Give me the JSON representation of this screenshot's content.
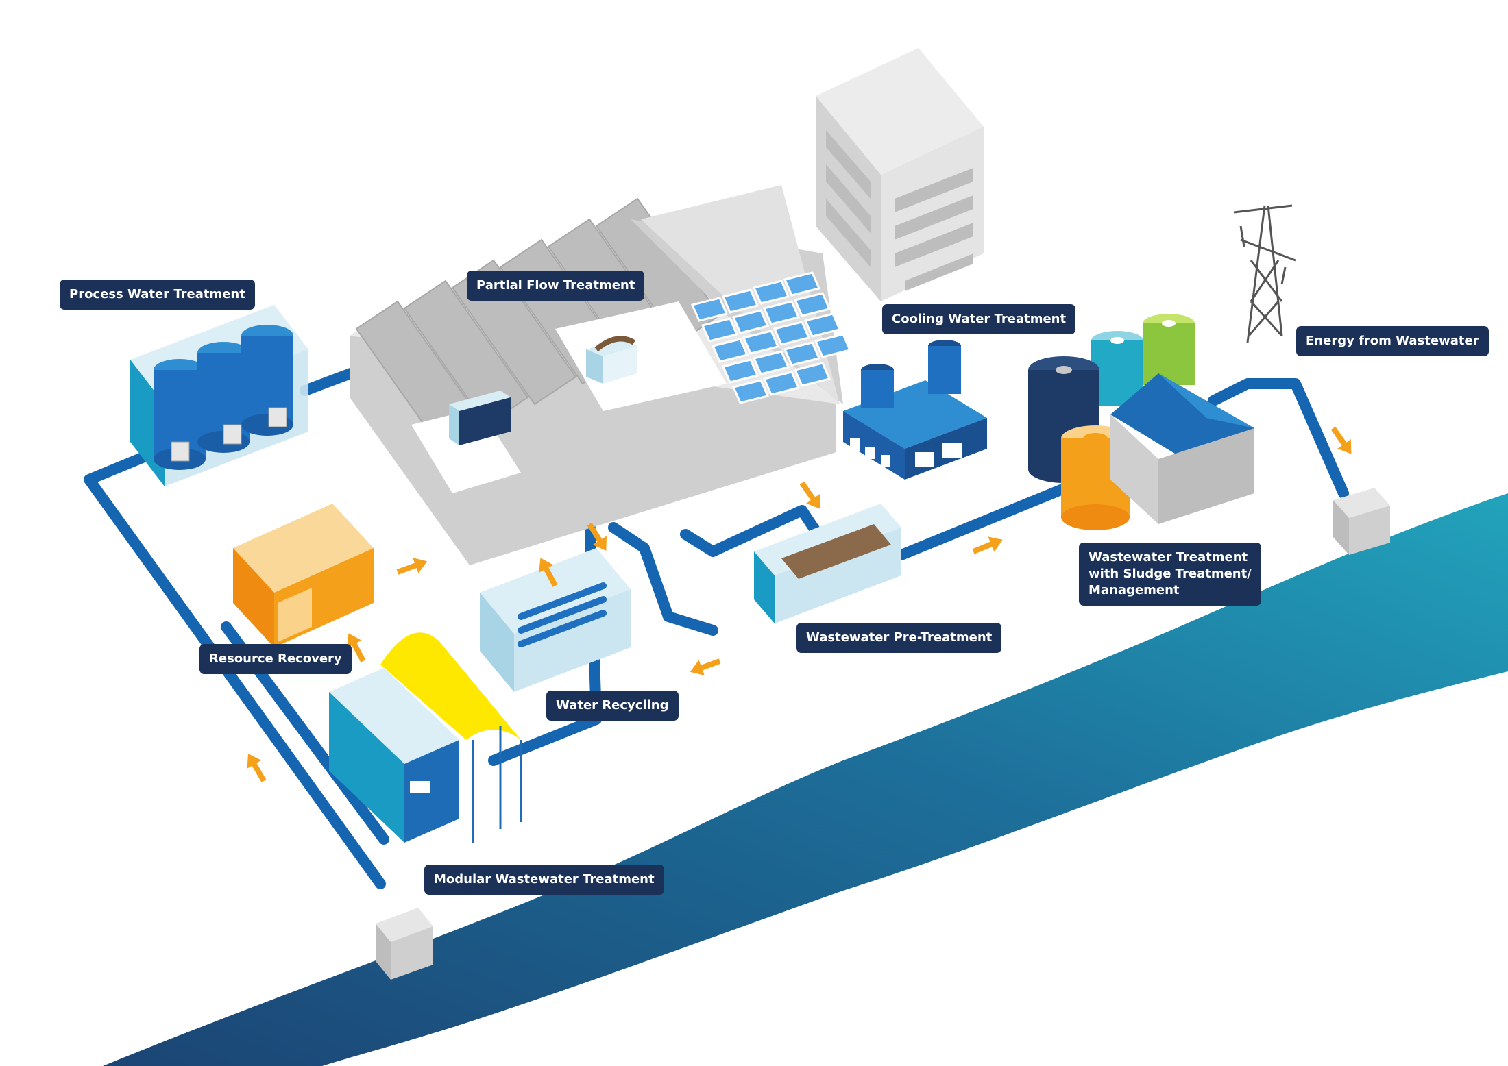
{
  "labels": {
    "process_water": "Process Water Treatment",
    "partial_flow": "Partial Flow Treatment",
    "cooling_water": "Cooling Water Treatment",
    "energy": "Energy from Wastewater",
    "wastewater_treatment": [
      "Wastewater Treatment",
      "with Sludge Treatment/",
      "Management"
    ],
    "pre_treatment": "Wastewater Pre-Treatment",
    "resource_recovery": "Resource Recovery",
    "water_recycling": "Water Recycling",
    "modular": "Modular Wastewater Treatment"
  },
  "colors": {
    "label_bg": "#1c3157",
    "pipe": "#1565b0",
    "arrow": "#f5a01a",
    "river_dark": "#1b4574",
    "river_light": "#22a3bc",
    "tank_navy": "#1e3a66",
    "tank_teal": "#22a9c6",
    "tank_green": "#8cc63e",
    "tank_orange": "#f5a01a",
    "canopy_yellow": "#ffe800",
    "building_gray": "#d9d9d9",
    "solar_blue": "#5aa9e8"
  }
}
